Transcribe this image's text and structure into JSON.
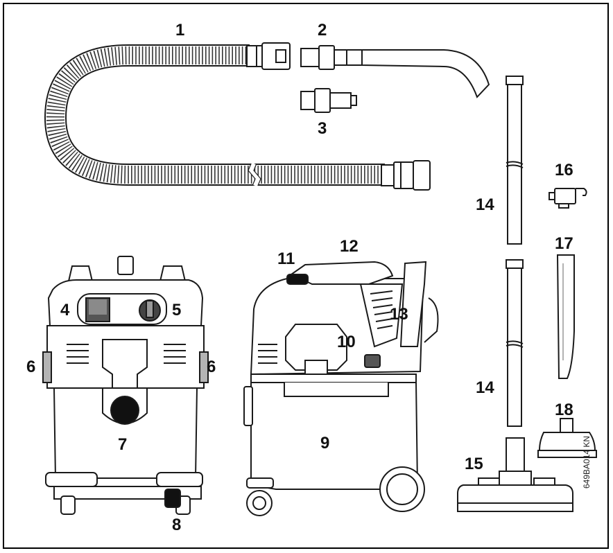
{
  "labels": {
    "n1": "1",
    "n2": "2",
    "n3": "3",
    "n4": "4",
    "n5": "5",
    "n6a": "6",
    "n6b": "6",
    "n7": "7",
    "n8": "8",
    "n9": "9",
    "n10": "10",
    "n11": "11",
    "n12": "12",
    "n13": "13",
    "n14a": "14",
    "n14b": "14",
    "n15": "15",
    "n16": "16",
    "n17": "17",
    "n18": "18"
  },
  "figure_code": "649BA014 KN",
  "colors": {
    "line": "#1a1a1a",
    "fill": "#ffffff",
    "shade": "#b4b4b4",
    "dark": "#111111"
  }
}
